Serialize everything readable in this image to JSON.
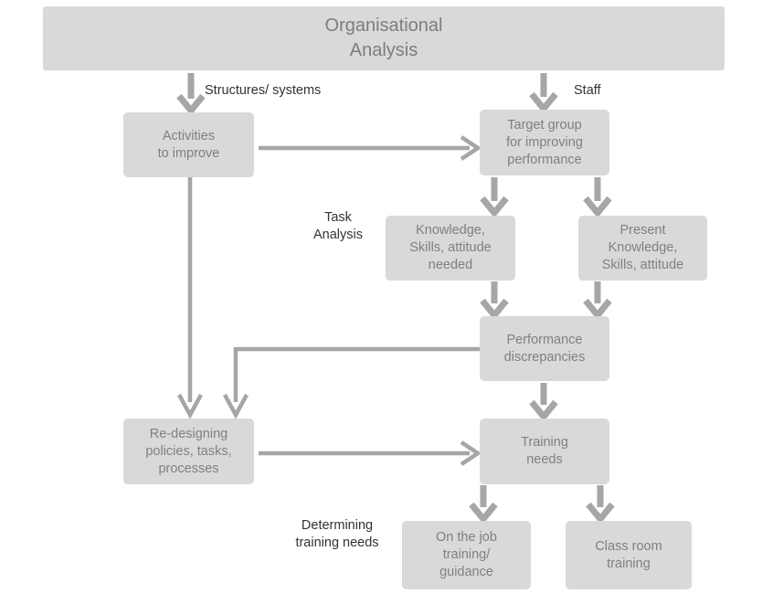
{
  "diagram": {
    "title": "Organisational Analysis",
    "palette": {
      "box_fill": "#d9d9d9",
      "box_text": "#808080",
      "caption_text": "#333333",
      "connector": "#a6a6a6",
      "background": "#ffffff"
    },
    "header": {
      "label": "Organisational\nAnalysis"
    },
    "captions": [
      {
        "id": "structures-systems",
        "label": "Structures/ systems"
      },
      {
        "id": "staff",
        "label": "Staff"
      },
      {
        "id": "task-analysis",
        "label": "Task\nAnalysis"
      },
      {
        "id": "determining-training-needs",
        "label": "Determining\ntraining needs"
      }
    ],
    "nodes": [
      {
        "id": "activities-to-improve",
        "label": "Activities\nto improve"
      },
      {
        "id": "target-group",
        "label": "Target group\nfor improving\nperformance"
      },
      {
        "id": "knowledge-needed",
        "label": "Knowledge,\nSkills, attitude\nneeded"
      },
      {
        "id": "present-knowledge",
        "label": "Present\nKnowledge,\nSkills, attitude"
      },
      {
        "id": "performance-discrepancies",
        "label": "Performance\ndiscrepancies"
      },
      {
        "id": "re-designing",
        "label": "Re-designing\npolicies, tasks,\nprocesses"
      },
      {
        "id": "training-needs",
        "label": "Training\nneeds"
      },
      {
        "id": "on-the-job-training",
        "label": "On the job\ntraining/\nguidance"
      },
      {
        "id": "class-room-training",
        "label": "Class room\ntraining"
      }
    ],
    "edges": [
      {
        "id": "header-to-activities",
        "from": "organisational-analysis",
        "to": "activities-to-improve",
        "kind": "down-arrow"
      },
      {
        "id": "header-to-target-group",
        "from": "organisational-analysis",
        "to": "target-group",
        "kind": "down-arrow"
      },
      {
        "id": "activities-to-target-group",
        "from": "activities-to-improve",
        "to": "target-group",
        "kind": "right-arrow"
      },
      {
        "id": "activities-to-re-designing",
        "from": "activities-to-improve",
        "to": "re-designing",
        "kind": "down-arrow-long"
      },
      {
        "id": "target-group-to-knowledge",
        "from": "target-group",
        "to": "knowledge-needed",
        "kind": "down-arrow"
      },
      {
        "id": "target-group-to-present",
        "from": "target-group",
        "to": "present-knowledge",
        "kind": "down-arrow"
      },
      {
        "id": "knowledge-to-discrepancies",
        "from": "knowledge-needed",
        "to": "performance-discrepancies",
        "kind": "down-arrow"
      },
      {
        "id": "present-to-discrepancies",
        "from": "present-knowledge",
        "to": "performance-discrepancies",
        "kind": "down-arrow"
      },
      {
        "id": "discrepancies-to-re-designing",
        "from": "performance-discrepancies",
        "to": "re-designing",
        "kind": "elbow-left-down"
      },
      {
        "id": "discrepancies-to-training",
        "from": "performance-discrepancies",
        "to": "training-needs",
        "kind": "down-arrow"
      },
      {
        "id": "re-designing-to-training",
        "from": "re-designing",
        "to": "training-needs",
        "kind": "right-arrow"
      },
      {
        "id": "training-to-on-the-job",
        "from": "training-needs",
        "to": "on-the-job-training",
        "kind": "down-arrow"
      },
      {
        "id": "training-to-class-room",
        "from": "training-needs",
        "to": "class-room-training",
        "kind": "down-arrow"
      }
    ]
  }
}
